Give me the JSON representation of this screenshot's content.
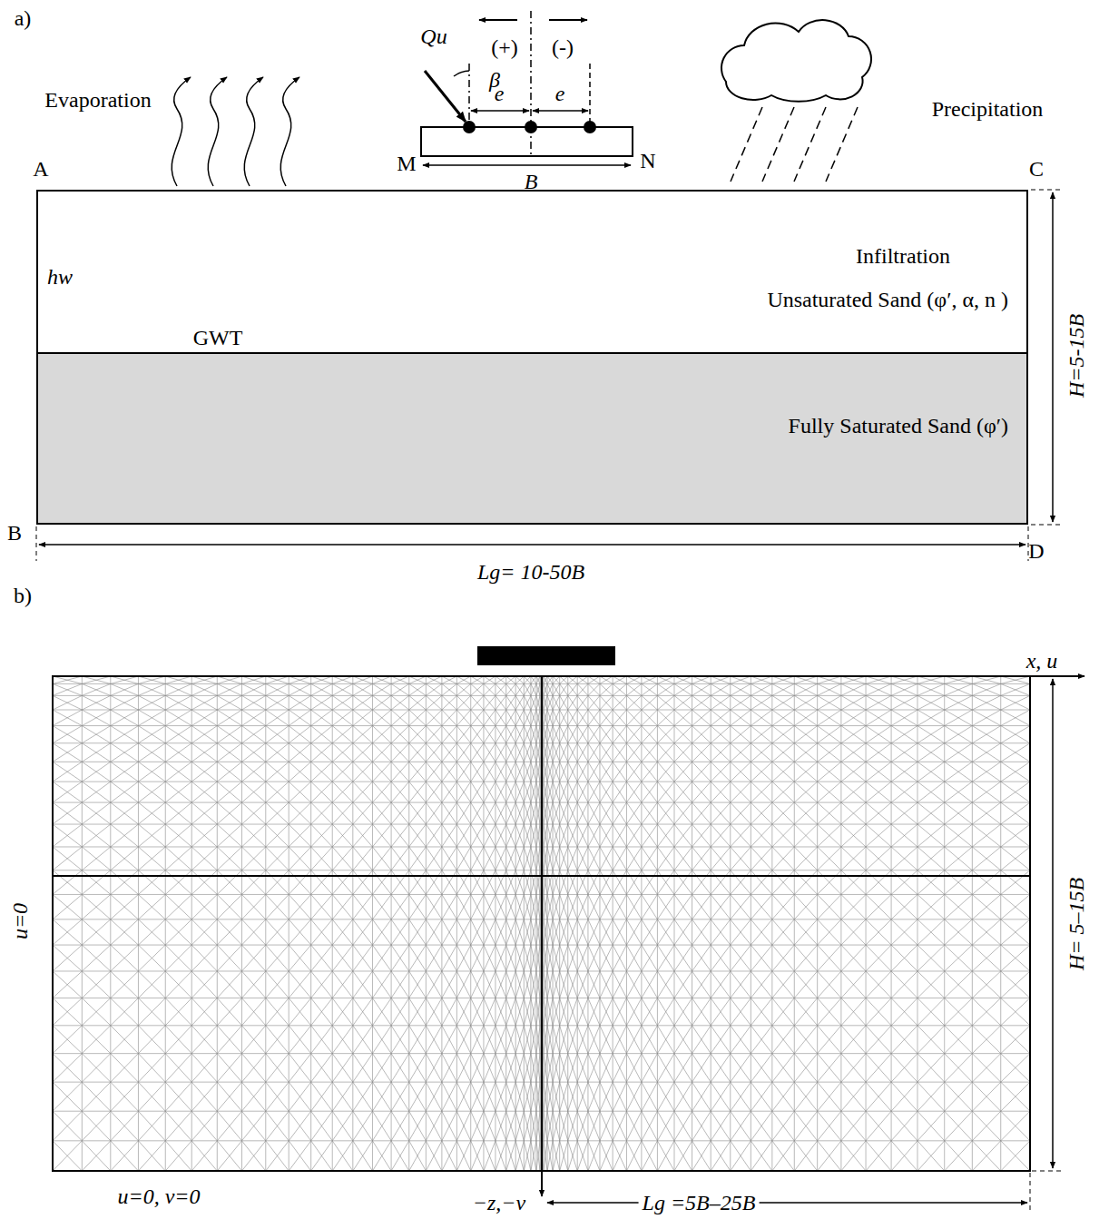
{
  "diagram": {
    "nodes": [
      {
        "text": [
          "Unsaturated Sand (φ′, α, n )"
        ]
      },
      {
        "text": [
          "Fully Saturated Sand (φ′)"
        ]
      }
    ],
    "labels": [
      "a)",
      "Qu",
      "β",
      "(+)",
      "(-)",
      "e",
      "e",
      "M",
      "B",
      "N",
      "Evaporation",
      "Precipitation",
      "A",
      "C",
      "hw",
      "GWT",
      "Infiltration",
      "H=5-15B",
      "B",
      "D",
      "Lg= 10-50B",
      "b)",
      "x, u",
      "u=0",
      "H= 5–15B",
      "u=0, v=0",
      "−z,−v",
      "Lg =5B–25B"
    ]
  }
}
